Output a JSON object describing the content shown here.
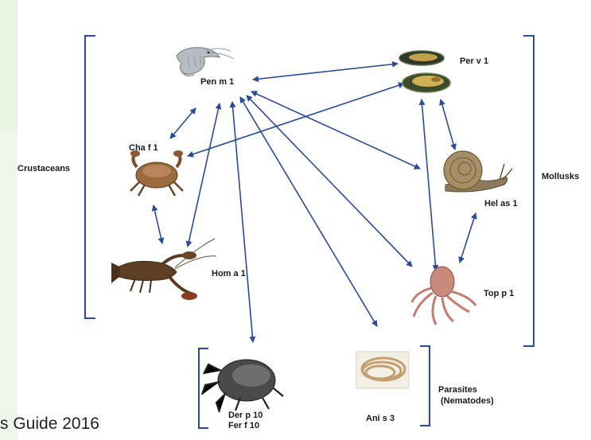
{
  "groups": {
    "crustaceans": "Crustaceans",
    "mollusks": "Mollusks",
    "parasites_line1": "Parasites",
    "parasites_line2": "(Nematodes)"
  },
  "allergens": {
    "pen_m_1": "Pen m 1",
    "per_v_1": "Per v 1",
    "cha_f_1": "Cha f 1",
    "hom_a_1": "Hom a 1",
    "hel_as_1": "Hel as 1",
    "top_p_1": "Top p 1",
    "der_p_10": "Der p 10",
    "fer_f_10": "Fer f 10",
    "ani_s_3": "Ani s 3"
  },
  "icons": [
    "shrimp-icon",
    "mussel-icon",
    "crab-icon",
    "lobster-icon",
    "snail-icon",
    "octopus-icon",
    "dust-mite-icon",
    "nematode-worm-icon"
  ],
  "footer": {
    "text": "s Guide 2016"
  },
  "colors": {
    "arrow": "#2a4a9a",
    "bracket": "#2a4a9a",
    "background_green": "#e8f6e1"
  }
}
